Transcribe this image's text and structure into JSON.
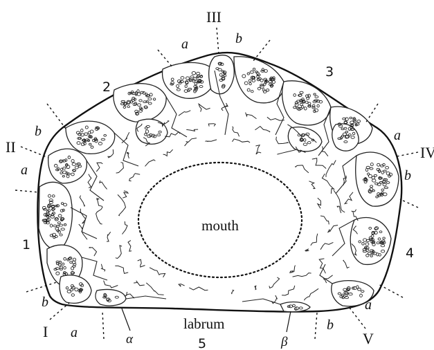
{
  "figure": {
    "center_label": "mouth",
    "bottom_label": "labrum",
    "area_numbers": [
      "1",
      "2",
      "3",
      "4",
      "5"
    ],
    "roman_labels": [
      "I",
      "II",
      "III",
      "IV",
      "V"
    ],
    "letter_a": "a",
    "letter_b": "b",
    "greek_alpha": "α",
    "greek_beta": "β"
  }
}
